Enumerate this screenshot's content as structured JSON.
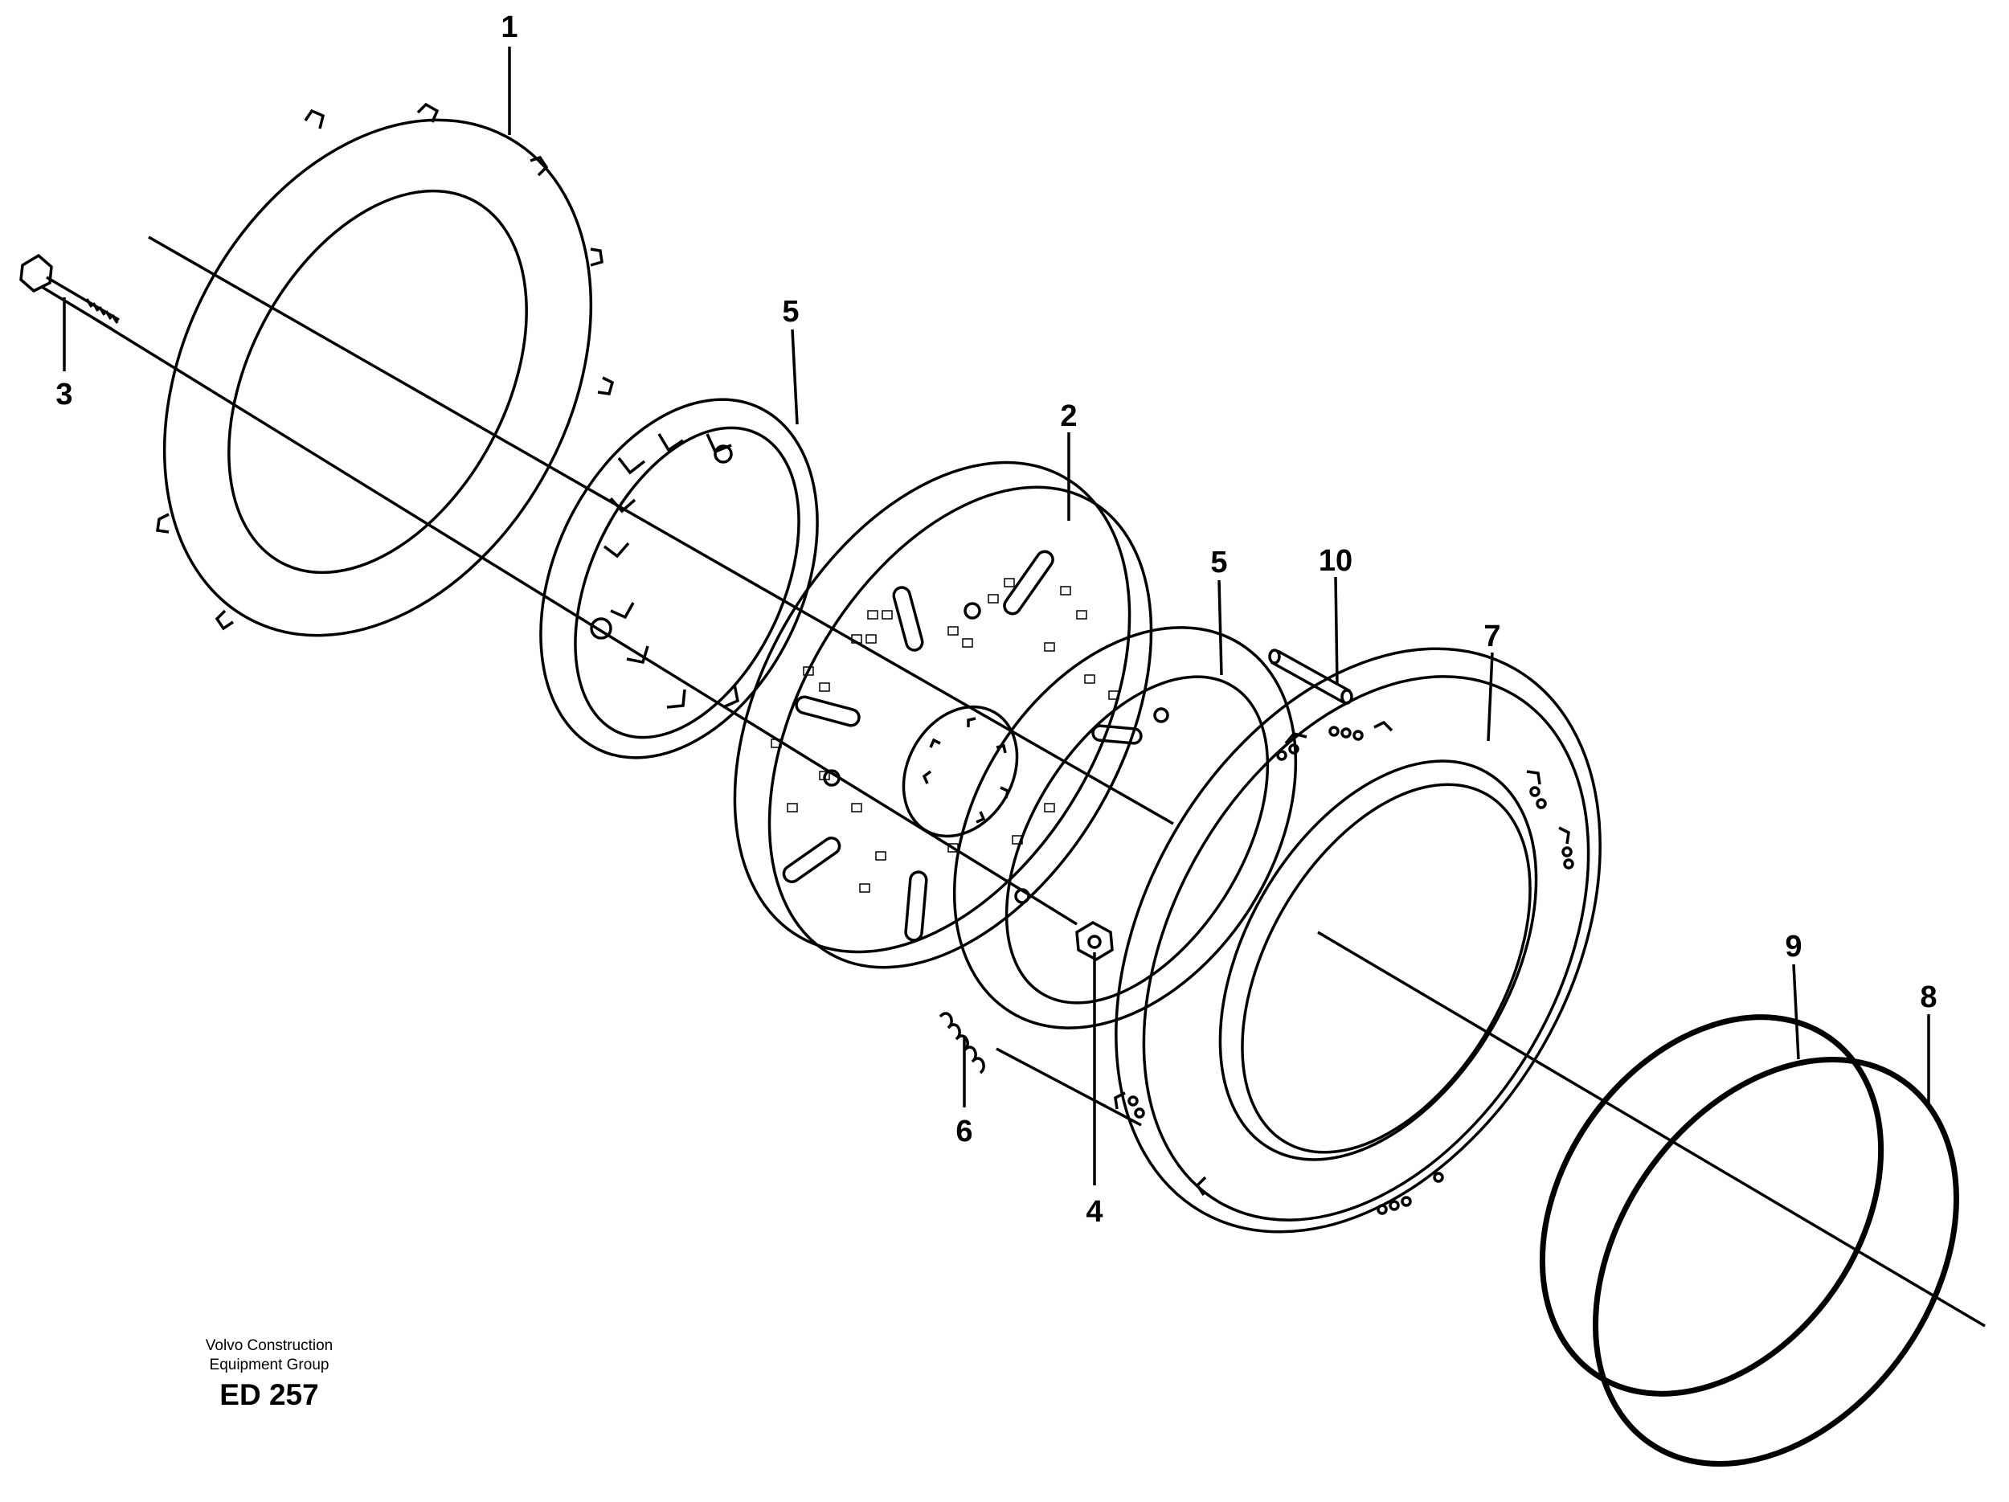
{
  "callouts": [
    {
      "id": "c1",
      "label": "1"
    },
    {
      "id": "c2",
      "label": "2"
    },
    {
      "id": "c3",
      "label": "3"
    },
    {
      "id": "c4",
      "label": "4"
    },
    {
      "id": "c5a",
      "label": "5"
    },
    {
      "id": "c5b",
      "label": "5"
    },
    {
      "id": "c6",
      "label": "6"
    },
    {
      "id": "c7",
      "label": "7"
    },
    {
      "id": "c8",
      "label": "8"
    },
    {
      "id": "c9",
      "label": "9"
    },
    {
      "id": "c10",
      "label": "10"
    }
  ],
  "credit": {
    "line1": "Volvo Construction",
    "line2": "Equipment Group",
    "code": "ED 257"
  }
}
